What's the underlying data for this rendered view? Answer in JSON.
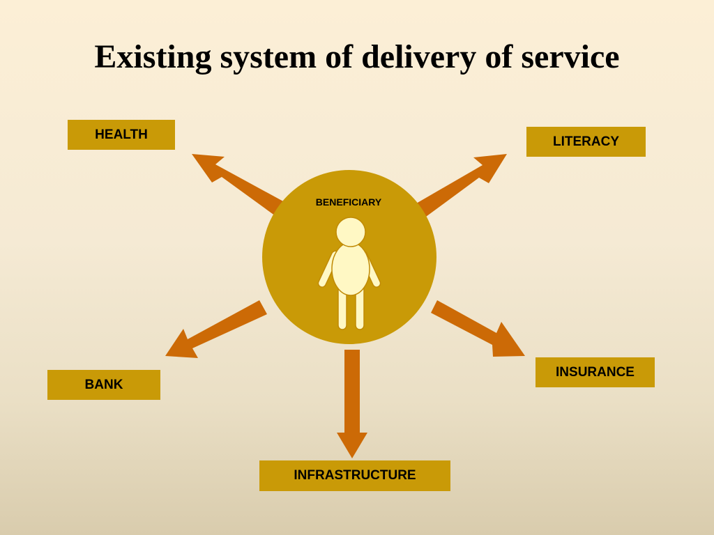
{
  "title": "Existing system of delivery of service",
  "center": {
    "label": "BENEFICIARY",
    "icon": "person-icon"
  },
  "nodes": {
    "health": "HEALTH",
    "literacy": "LITERACY",
    "bank": "BANK",
    "insurance": "INSURANCE",
    "infrastructure": "INFRASTRUCTURE"
  },
  "colors": {
    "box": "#c99a07",
    "circle": "#c99a07",
    "arrow": "#cc6a06",
    "figure": "#fff8c4"
  }
}
